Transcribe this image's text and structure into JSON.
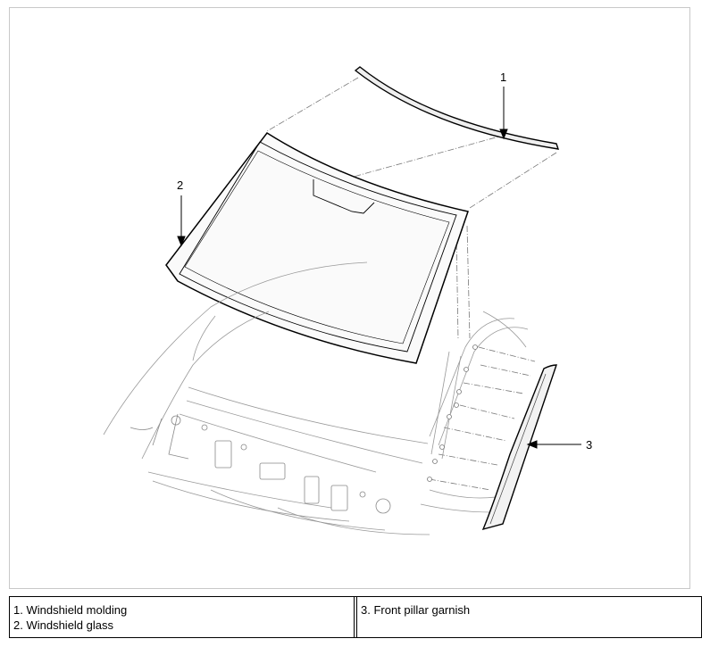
{
  "diagram": {
    "callouts": [
      {
        "id": "1"
      },
      {
        "id": "2"
      },
      {
        "id": "3"
      }
    ]
  },
  "legend": {
    "left": [
      "1. Windshield molding",
      "2. Windshield glass"
    ],
    "right": [
      "3. Front pillar garnish"
    ]
  }
}
